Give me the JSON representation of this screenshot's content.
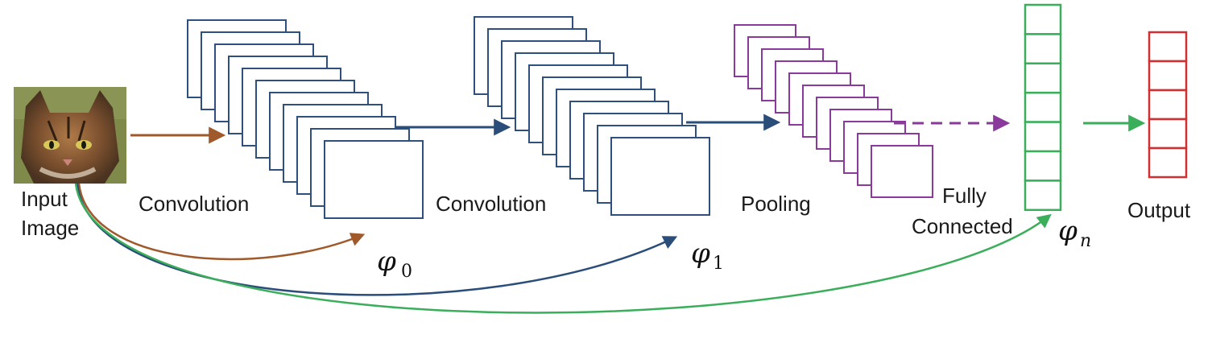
{
  "labels": {
    "input_line1": "Input",
    "input_line2": "Image",
    "conv1": "Convolution",
    "conv2": "Convolution",
    "pooling": "Pooling",
    "fc_line1": "Fully",
    "fc_line2": "Connected",
    "output": "Output"
  },
  "symbols": {
    "phi": "φ",
    "phi0_sub": "0",
    "phi1_sub": "1",
    "phin_sub": "n"
  },
  "colors": {
    "conv_stroke": "#2f4f7f",
    "pool_stroke": "#8a3a9a",
    "fc_stroke": "#3aae5a",
    "output_stroke": "#d23030",
    "arrow_brown": "#a0592b",
    "arrow_blue": "#2a4d7a",
    "arrow_purple": "#8a3a9a",
    "arrow_green": "#3aae5a"
  },
  "icons": {
    "input_image": "cat-photo-icon"
  }
}
